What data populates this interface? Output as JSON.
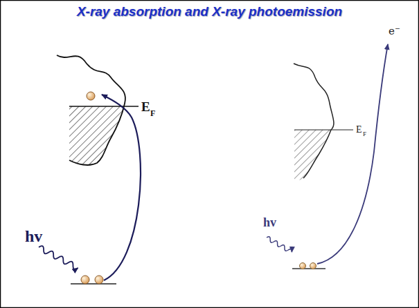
{
  "diagram": {
    "title": "X-ray absorption and X-ray photoemission",
    "labels": [
      "E",
      "F",
      "hv",
      "E",
      "F",
      "hv",
      "e⁻"
    ]
  }
}
